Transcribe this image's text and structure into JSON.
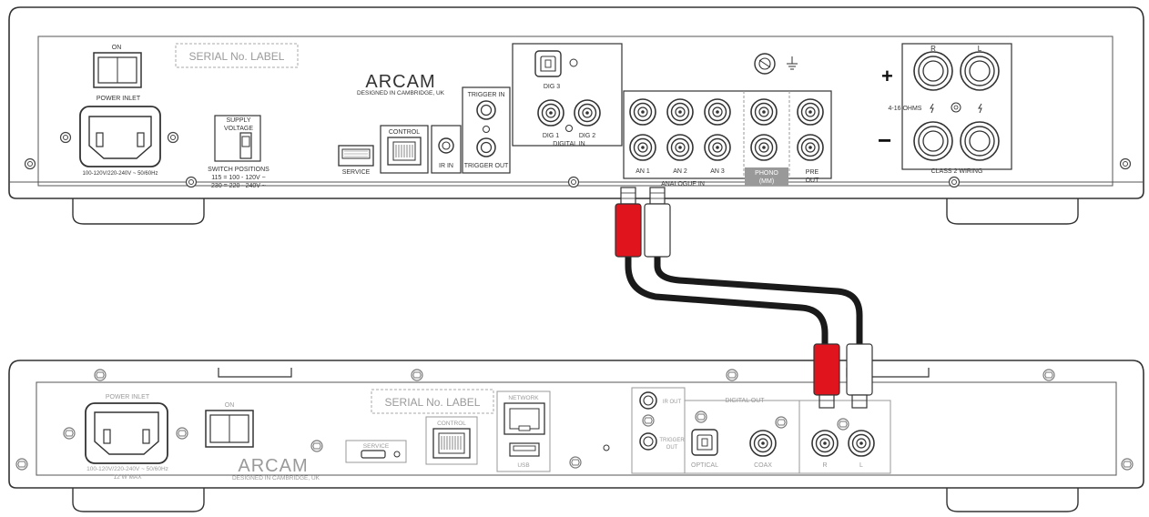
{
  "amplifier": {
    "on_label": "ON",
    "serial_label": "SERIAL No. LABEL",
    "power_inlet_label": "POWER INLET",
    "power_rating": "100-120V/220-240V ~ 50/60Hz",
    "supply_voltage_label": [
      "SUPPLY",
      "VOLTAGE"
    ],
    "switch_positions": [
      "SWITCH POSITIONS",
      "115 = 100 - 120V ~",
      "230 = 220 - 240V ~"
    ],
    "brand": "ARCAM",
    "brand_sub": "DESIGNED IN CAMBRIDGE, UK",
    "service_label": "SERVICE",
    "control_label": "CONTROL",
    "ir_in_label": "IR IN",
    "trigger_in_label": "TRIGGER IN",
    "trigger_out_label": "TRIGGER OUT",
    "dig3_label": "DIG 3",
    "dig1_label": "DIG 1",
    "dig2_label": "DIG 2",
    "digital_in_label": "DIGITAL IN",
    "an1_label": "AN 1",
    "an2_label": "AN 2",
    "an3_label": "AN 3",
    "phono_label": [
      "PHONO",
      "(MM)"
    ],
    "pre_out_label": [
      "PRE",
      "OUT"
    ],
    "analogue_in_label": "ANALOGUE IN",
    "speaker_r_label": "R",
    "speaker_l_label": "L",
    "plus_label": "+",
    "minus_label": "−",
    "ohms_label": "4-16 OHMS",
    "class2_label": "CLASS 2 WIRING"
  },
  "streamer": {
    "power_inlet_label": "POWER INLET",
    "power_rating": "100-120V/220-240V ~ 50/60Hz",
    "max_power": "12 W MAX",
    "on_label": "ON",
    "brand": "ARCAM",
    "brand_sub": "DESIGNED IN CAMBRIDGE, UK",
    "service_label": "SERVICE",
    "serial_label": "SERIAL No. LABEL",
    "control_label": "CONTROL",
    "network_label": "NETWORK",
    "usb_label": "USB",
    "ir_out_label": "IR OUT",
    "trigger_out_label": [
      "TRIGGER",
      "OUT"
    ],
    "digital_out_label": "DIGITAL OUT",
    "optical_label": "OPTICAL",
    "coax_label": "COAX",
    "r_label": "R",
    "l_label": "L"
  },
  "cable": {
    "left_plug_color": "#e0141c",
    "right_plug_color": "#ffffff",
    "wire_color": "#1a1a1a"
  }
}
